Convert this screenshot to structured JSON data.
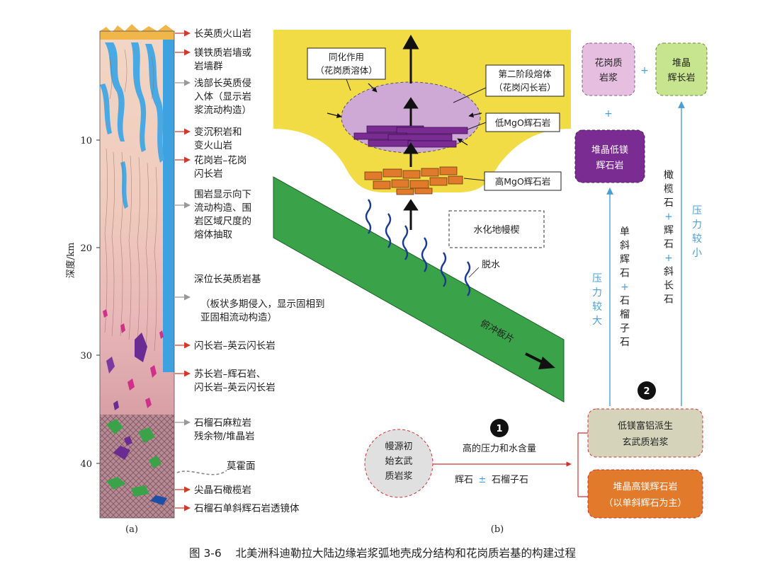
{
  "panel_a": {
    "depth_axis_label": "深度/km",
    "depth_ticks": [
      "10",
      "20",
      "30",
      "40"
    ],
    "labels": [
      {
        "lines": [
          "长英质火山岩"
        ]
      },
      {
        "lines": [
          "镁铁质岩墙或",
          "岩墙群"
        ]
      },
      {
        "lines": [
          "浅部长英质侵",
          "入体（显示岩",
          "浆流动构造）"
        ]
      },
      {
        "lines": [
          "变沉积岩和",
          "变火山岩"
        ]
      },
      {
        "lines": [
          "花岗岩–花岗",
          "闪长岩"
        ]
      },
      {
        "lines": [
          "围岩显示向下",
          "流动构造、围",
          "岩区域尺度的",
          "熔体抽取"
        ]
      },
      {
        "lines": [
          "深位长英质岩基"
        ]
      },
      {
        "lines": [
          "（板状多期侵入，显示固相到",
          "亚固相流动构造）"
        ]
      },
      {
        "lines": [
          "闪长岩–英云闪长岩"
        ]
      },
      {
        "lines": [
          "苏长岩–辉石岩、",
          "闪长岩–英云闪长岩"
        ]
      },
      {
        "lines": [
          "石榴石麻粒岩",
          "残余物/堆晶岩"
        ]
      },
      {
        "lines": [
          "莫霍面"
        ]
      },
      {
        "lines": [
          "尖晶石橄榄岩"
        ]
      },
      {
        "lines": [
          "石榴石单斜辉石岩透镜体"
        ]
      }
    ],
    "caption": "(a)"
  },
  "panel_b": {
    "assimilation": [
      "同化作用",
      "（花岗质溶体）"
    ],
    "second_stage": [
      "第二阶段熔体",
      "（花岗闪长岩）"
    ],
    "low_mgo": "低MgO辉石岩",
    "high_mgo": "高MgO辉石岩",
    "hydrated_wedge": "水化地幔楔",
    "dehydration": "脱水",
    "slab": "俯冲板片",
    "mantle_basalt": [
      "幔源初",
      "始玄武",
      "质岩浆"
    ],
    "step1": "1",
    "step2": "2",
    "high_pressure": "高的压力和水含量",
    "pyx_garnet_left": "辉石",
    "pm_left": "±",
    "pyx_garnet_right": "石榴子石",
    "low_mg_basalt": [
      "低镁富铝派生",
      "玄武质岩浆"
    ],
    "cumulate_high_mg": [
      "堆晶高镁辉石岩",
      "（以单斜辉石为主）"
    ],
    "granitic_magma": [
      "花岗质",
      "岩浆"
    ],
    "cumulate_gabbro": [
      "堆晶",
      "辉长岩"
    ],
    "cumulate_low_mg": [
      "堆晶低镁",
      "辉石岩"
    ],
    "plus": "+",
    "high_pressure_vertical": "压力较大",
    "low_pressure_vertical": "压力较小",
    "mineral_col1": "单斜辉石+石榴子石",
    "mineral_col2": "橄榄石+辉石+斜长石",
    "caption": "(b)"
  },
  "figure_caption": "图 3-6    北美洲科迪勒拉大陆边缘岩浆弧地壳成分结构和花岗质岩基的构建过程",
  "colors": {
    "yellow": "#f2dc45",
    "lilac": "#cfa9d6",
    "purple": "#7a2c93",
    "orange": "#e27a2b",
    "green": "#3aa34a",
    "blue": "#3ea2e0",
    "red": "#d13b2b",
    "pink_box": "#e6bfe0",
    "lime_box": "#c7e48f",
    "grey_box": "#d5d4bb",
    "circle": "#e0e0e0"
  }
}
